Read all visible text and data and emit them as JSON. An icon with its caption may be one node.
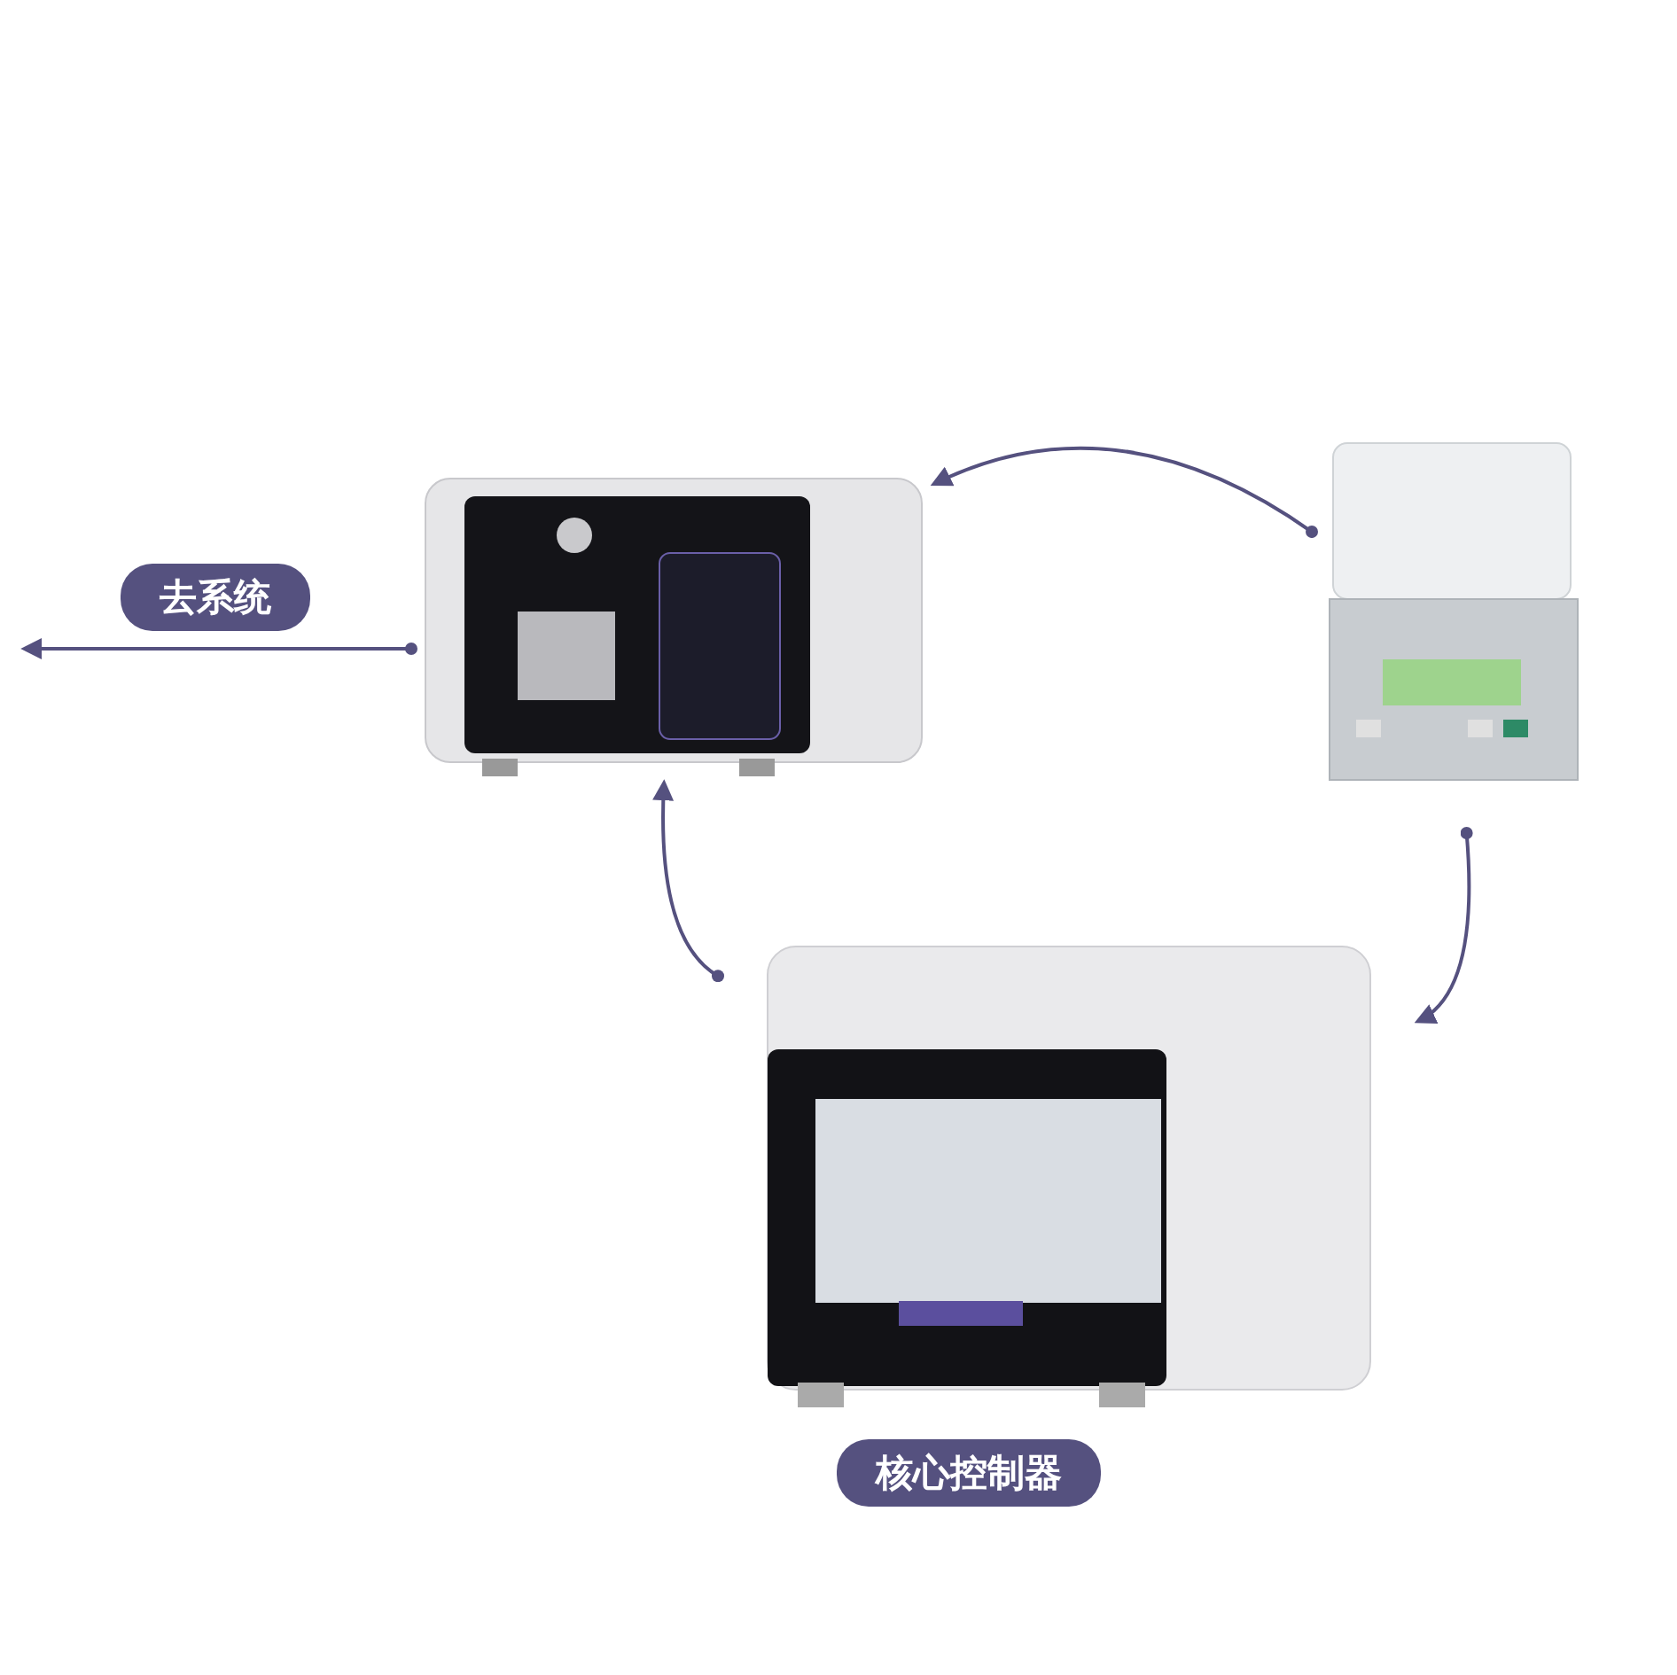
{
  "diagram": {
    "nodes": [
      {
        "text": [],
        "shape": "picture"
      },
      {
        "text": [],
        "shape": "picture"
      },
      {
        "text": [],
        "shape": "picture",
        "beside": [
          "核心控制器"
        ]
      }
    ],
    "edges": [
      {
        "from": 0,
        "to": null,
        "arrow": "to",
        "label": "去系统"
      },
      {
        "from": 1,
        "to": 0,
        "arrow": "to"
      },
      {
        "from": 2,
        "to": 0,
        "arrow": "to"
      },
      {
        "from": 1,
        "to": 2,
        "arrow": "to"
      }
    ]
  }
}
